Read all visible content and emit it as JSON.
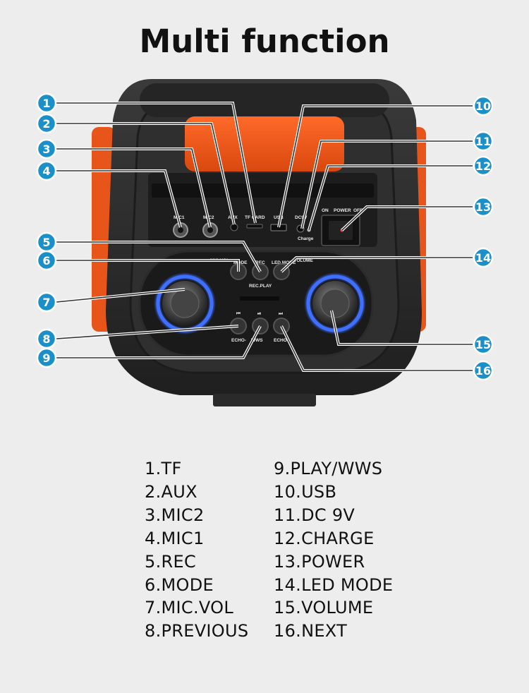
{
  "title": "Multi function",
  "callouts": [
    "1",
    "2",
    "3",
    "4",
    "5",
    "6",
    "7",
    "8",
    "9",
    "10",
    "11",
    "12",
    "13",
    "14",
    "15",
    "16"
  ],
  "panel_labels": {
    "mic1": "MIC1",
    "mic2": "MIC2",
    "aux": "AUX",
    "tf": "TF CARD",
    "usb": "USB",
    "dc": "DC9V",
    "charge": "Charge",
    "on": "ON",
    "power": "POWER",
    "off": "OFF",
    "mic_vol": "MIC.VOL",
    "mode": "MODE",
    "rec": "REC",
    "led_mode": "LED MODE",
    "volume": "VOLUME",
    "rec_play": "REC.PLAY",
    "echo_minus": "ECHO-",
    "wws": "WWS",
    "echo_plus": "ECHO+"
  },
  "legend_left": [
    "1.TF",
    "2.AUX",
    "3.MIC2",
    "4.MIC1",
    "5.REC",
    "6.MODE",
    "7.MIC.VOL",
    "8.PREVIOUS"
  ],
  "legend_right": [
    "9.PLAY/WWS",
    "10.USB",
    "11.DC 9V",
    "12.CHARGE",
    "13.POWER",
    "14.LED MODE",
    "15.VOLUME",
    "16.NEXT"
  ],
  "colors": {
    "callout": "#1a8fc8",
    "body": "#2a2a2a",
    "orange": "#f05a1e",
    "ring_glow": "#2d5cff",
    "background": "#ededed"
  }
}
